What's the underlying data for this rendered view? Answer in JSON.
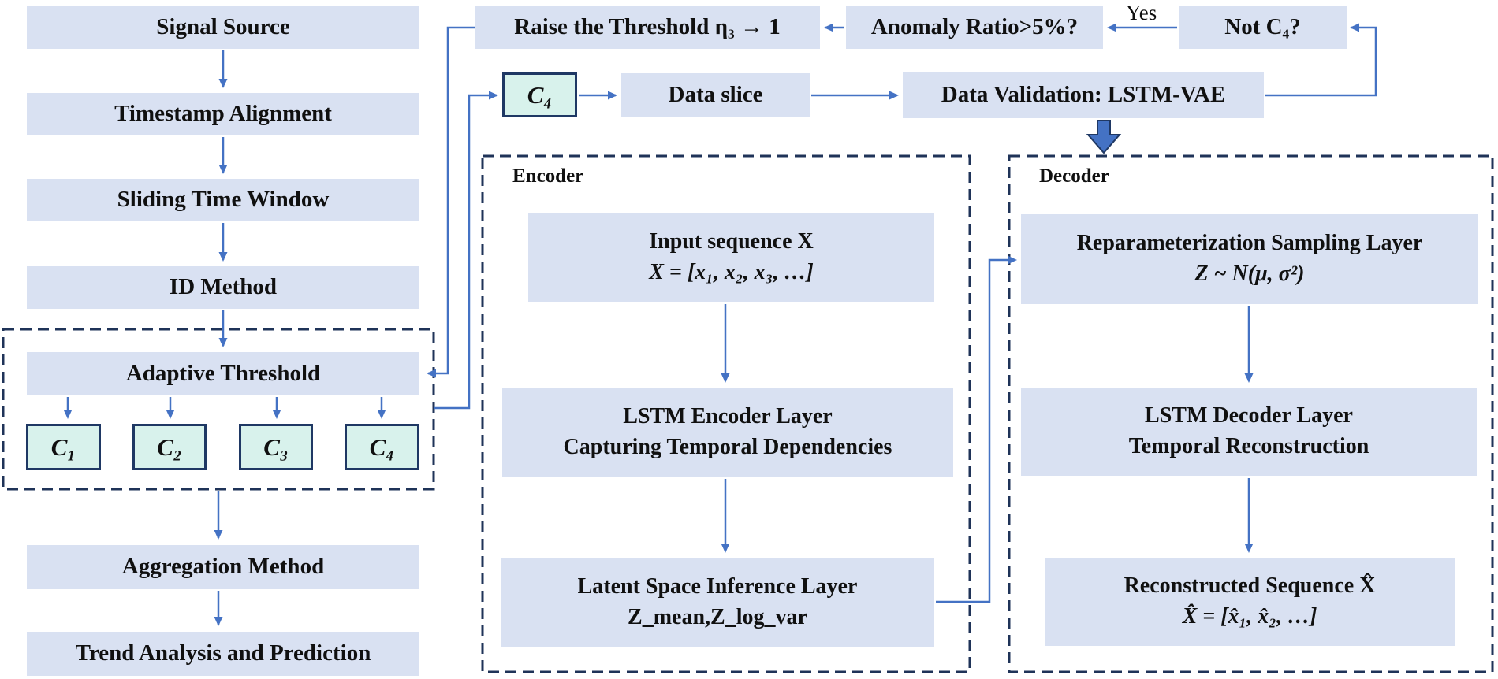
{
  "left_column": {
    "stages": [
      "Signal Source",
      "Timestamp Alignment",
      "Sliding Time Window",
      "ID Method"
    ],
    "adaptive_threshold": "Adaptive Threshold",
    "categories": [
      "C₁",
      "C₂",
      "C₃",
      "C₄"
    ],
    "aggregation_method": "Aggregation Method",
    "trend_analysis": "Trend Analysis and Prediction"
  },
  "feedback_flow": {
    "raise_threshold": "Raise the Threshold η₃ → 1",
    "anomaly_ratio": "Anomaly Ratio>5%?",
    "yes_label": "Yes",
    "not_c4": "Not C₄?",
    "c4": "C₄",
    "data_slice": "Data slice",
    "data_validation": "Data Validation: LSTM-VAE"
  },
  "encoder": {
    "title": "Encoder",
    "input_box": {
      "line1": "Input sequence X",
      "line2": "X = [x₁, x₂, x₃, …]"
    },
    "lstm_box": {
      "line1": "LSTM Encoder Layer",
      "line2": "Capturing Temporal Dependencies"
    },
    "latent_box": {
      "line1": "Latent Space Inference Layer",
      "line2": "Z_mean,Z_log_var"
    }
  },
  "decoder": {
    "title": "Decoder",
    "reparam_box": {
      "line1": "Reparameterization Sampling Layer",
      "line2": "Z ~ N(μ, σ²)"
    },
    "lstm_box": {
      "line1": "LSTM Decoder Layer",
      "line2": "Temporal Reconstruction"
    },
    "output_box": {
      "line1": "Reconstructed Sequence X̂",
      "line2": "X̂ = [x̂₁, x̂₂, …]"
    }
  },
  "colors": {
    "box_fill": "#d9e1f2",
    "category_fill": "#d8f2ec",
    "border_navy": "#1f3864",
    "arrow_blue": "#4472c4"
  }
}
